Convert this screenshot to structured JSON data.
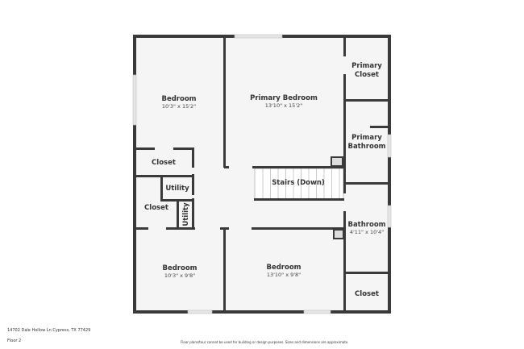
{
  "floor_plan": {
    "rooms": [
      {
        "name": "Bedroom",
        "dims": "10'3\" x 15'2\""
      },
      {
        "name": "Primary Bedroom",
        "dims": "13'10\" x 15'2\""
      },
      {
        "name": "Primary",
        "name2": "Closet"
      },
      {
        "name": "Primary",
        "name2": "Bathroom"
      },
      {
        "name": "Closet"
      },
      {
        "name": "Utility"
      },
      {
        "name": "Stairs (Down)"
      },
      {
        "name": "Closet"
      },
      {
        "name": "Utility"
      },
      {
        "name": "Bathroom",
        "dims": "4'11\" x 10'4\""
      },
      {
        "name": "Bedroom",
        "dims": "10'3\" x 9'8\""
      },
      {
        "name": "Bedroom",
        "dims": "13'10\" x 9'8\""
      },
      {
        "name": "Closet"
      }
    ],
    "colors": {
      "wall": "#3a3a3a",
      "floor": "#f5f5f5"
    }
  },
  "footer": {
    "address": "14702 Dale Hollow Ln Cypress, TX 77429",
    "floor": "Floor 2",
    "disclaimer": "Floor plans/tour cannot be used for building or design purposes. Sizes and dimensions are approximate."
  }
}
